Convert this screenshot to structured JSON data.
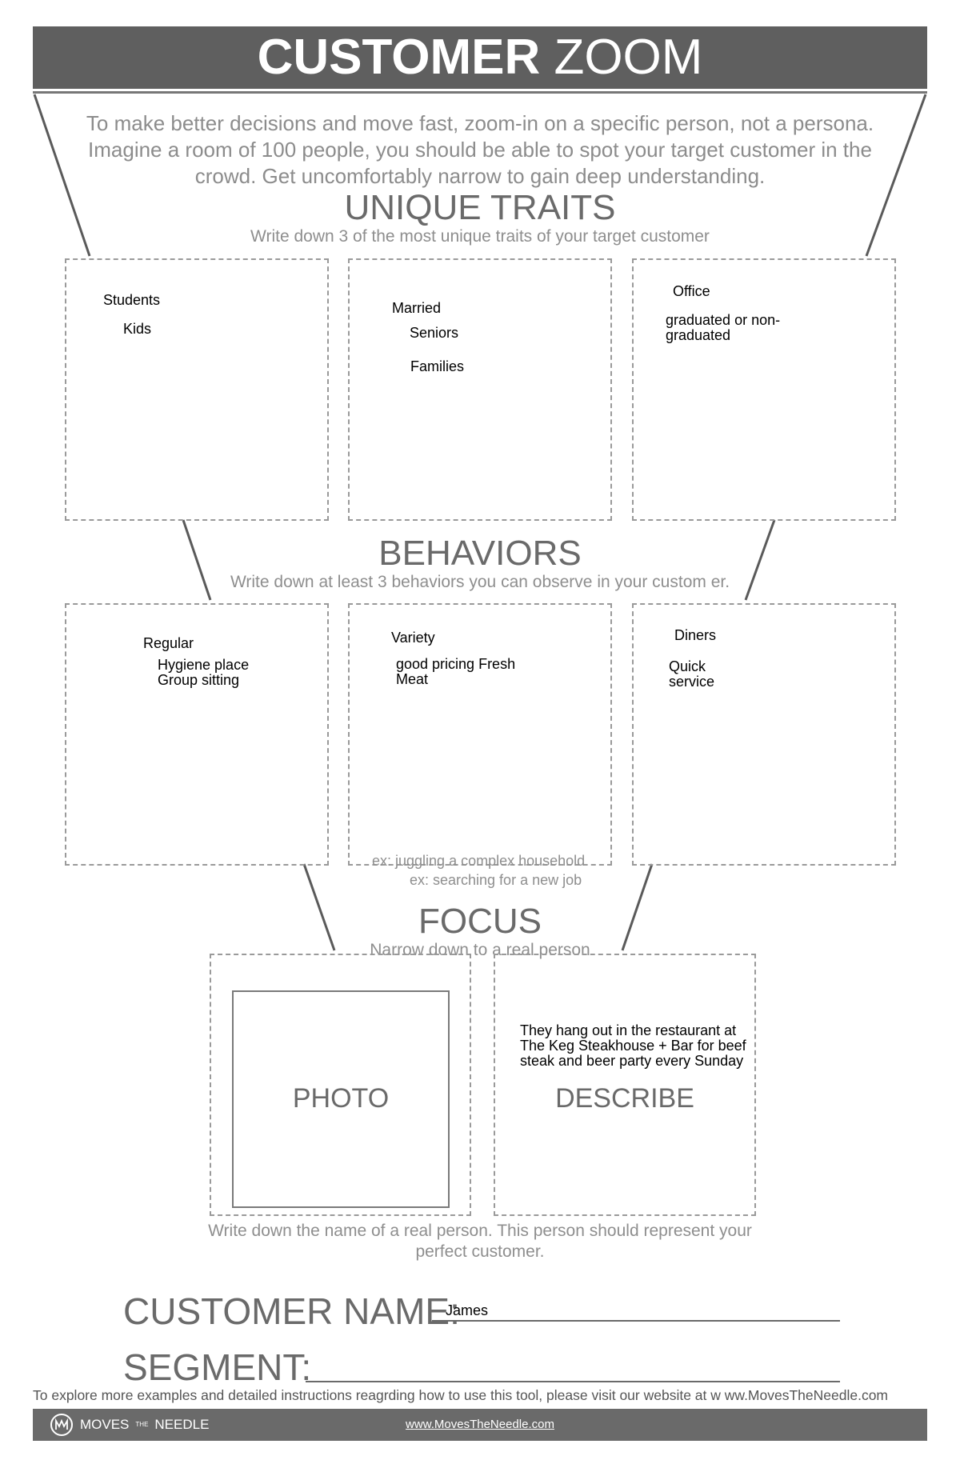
{
  "header": {
    "title_bold": "CUSTOMER",
    "title_light": "ZOOM"
  },
  "intro": "To make better decisions and move fast, zoom-in on a specific person, not a persona. Imagine a room of 100 people, you should be able to spot your target customer in the crowd. Get uncomfortably narrow to gain deep understanding.",
  "unique_traits": {
    "title": "UNIQUE TRAITS",
    "subtitle": "Write down 3 of the most unique traits of your target customer",
    "box1": [
      "Students",
      "Kids"
    ],
    "box2": [
      "Married",
      "Seniors",
      "Families"
    ],
    "box3": [
      "Office",
      "graduated or non-graduated"
    ]
  },
  "behaviors": {
    "title": "BEHAVIORS",
    "subtitle": "Write down at least 3 behaviors you can observe in your custom er.",
    "box1": [
      "Regular",
      "Hygiene place Group sitting"
    ],
    "box2": [
      "Variety",
      "good pricing Fresh Meat"
    ],
    "box3": [
      "Diners",
      "Quick service"
    ],
    "examples": [
      "ex: juggling a complex household",
      "ex: searching for a new job"
    ]
  },
  "focus": {
    "title": "FOCUS",
    "subtitle": "Narrow down to a real person",
    "photo_label": "PHOTO",
    "describe_label": "DESCRIBE",
    "describe_text": "They hang out in the restaurant at The Keg Steakhouse + Bar for beef steak and beer party every Sunday",
    "instruction": "Write down the name of a real person. This person should represent your perfect customer."
  },
  "fields": {
    "customer_name_label": "CUSTOMER NAME:",
    "customer_name_value": "James",
    "segment_label": "SEGMENT:",
    "segment_value": ""
  },
  "footer": {
    "note": "To explore more examples and detailed instructions reagrding how to use this tool, please visit our website at w  ww.MovesTheNeedle.com",
    "brand_moves": "MOVES",
    "brand_the": "THE",
    "brand_needle": "NEEDLE",
    "link": "www.MovesTheNeedle.com"
  },
  "colors": {
    "header_gray": "#5f5f5f",
    "text_gray": "#8c8c8c",
    "title_gray": "#6a6a6a"
  },
  "icons": [
    "moves-the-needle-logo-icon"
  ]
}
